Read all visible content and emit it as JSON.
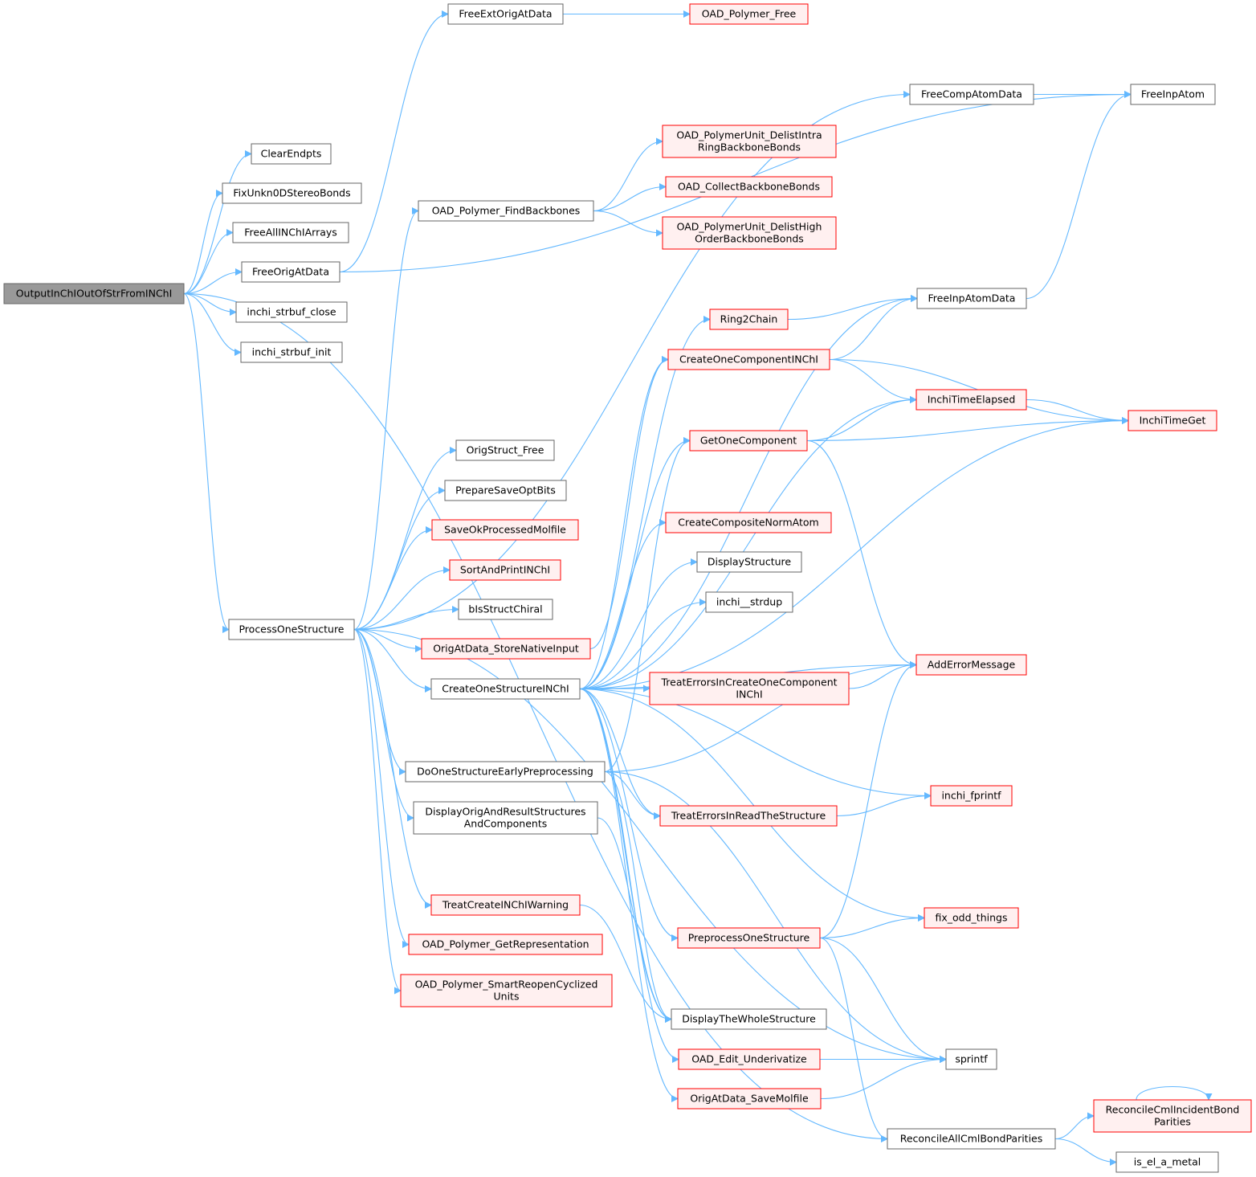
{
  "colors": {
    "edge": "#63b8ff",
    "root_fill": "#999999",
    "root_border": "#666666",
    "plain_fill": "#ffffff",
    "plain_border": "#666666",
    "red_fill": "#fff0f0",
    "red_border": "#ff0000"
  },
  "nodes": [
    {
      "id": "root",
      "lines": [
        "OutputInChIOutOfStrFromINChI"
      ],
      "style": "root"
    },
    {
      "id": "clearendpts",
      "lines": [
        "ClearEndpts"
      ],
      "style": "plain"
    },
    {
      "id": "fixunkn",
      "lines": [
        "FixUnkn0DStereoBonds"
      ],
      "style": "plain"
    },
    {
      "id": "freeallinchi",
      "lines": [
        "FreeAllINChIArrays"
      ],
      "style": "plain"
    },
    {
      "id": "freeorigat",
      "lines": [
        "FreeOrigAtData"
      ],
      "style": "plain"
    },
    {
      "id": "strbuf_close",
      "lines": [
        "inchi_strbuf_close"
      ],
      "style": "plain"
    },
    {
      "id": "strbuf_init",
      "lines": [
        "inchi_strbuf_init"
      ],
      "style": "plain"
    },
    {
      "id": "processone",
      "lines": [
        "ProcessOneStructure"
      ],
      "style": "plain"
    },
    {
      "id": "freeextorig",
      "lines": [
        "FreeExtOrigAtData"
      ],
      "style": "plain"
    },
    {
      "id": "oad_polyfree",
      "lines": [
        "OAD_Polymer_Free"
      ],
      "style": "red"
    },
    {
      "id": "freecompatom",
      "lines": [
        "FreeCompAtomData"
      ],
      "style": "plain"
    },
    {
      "id": "freeinpatom",
      "lines": [
        "FreeInpAtom"
      ],
      "style": "plain"
    },
    {
      "id": "findbackbones",
      "lines": [
        "OAD_Polymer_FindBackbones"
      ],
      "style": "plain"
    },
    {
      "id": "delistintra",
      "lines": [
        "OAD_PolymerUnit_DelistIntra",
        "RingBackboneBonds"
      ],
      "style": "red"
    },
    {
      "id": "collectbb",
      "lines": [
        "OAD_CollectBackboneBonds"
      ],
      "style": "red"
    },
    {
      "id": "delisthigh",
      "lines": [
        "OAD_PolymerUnit_DelistHigh",
        "OrderBackboneBonds"
      ],
      "style": "red"
    },
    {
      "id": "freeinpatomdata",
      "lines": [
        "FreeInpAtomData"
      ],
      "style": "plain"
    },
    {
      "id": "ring2chain",
      "lines": [
        "Ring2Chain"
      ],
      "style": "red"
    },
    {
      "id": "createonecomp",
      "lines": [
        "CreateOneComponentINChI"
      ],
      "style": "red"
    },
    {
      "id": "timeelapsed",
      "lines": [
        "InchiTimeElapsed"
      ],
      "style": "red"
    },
    {
      "id": "timeget",
      "lines": [
        "InchiTimeGet"
      ],
      "style": "red"
    },
    {
      "id": "getonecomp",
      "lines": [
        "GetOneComponent"
      ],
      "style": "red"
    },
    {
      "id": "origstructfree",
      "lines": [
        "OrigStruct_Free"
      ],
      "style": "plain"
    },
    {
      "id": "preparesave",
      "lines": [
        "PrepareSaveOptBits"
      ],
      "style": "plain"
    },
    {
      "id": "saveokmol",
      "lines": [
        "SaveOkProcessedMolfile"
      ],
      "style": "red"
    },
    {
      "id": "createcomposite",
      "lines": [
        "CreateCompositeNormAtom"
      ],
      "style": "red"
    },
    {
      "id": "sortandprint",
      "lines": [
        "SortAndPrintINChI"
      ],
      "style": "red"
    },
    {
      "id": "displaystructure",
      "lines": [
        "DisplayStructure"
      ],
      "style": "plain"
    },
    {
      "id": "bisstructchiral",
      "lines": [
        "bIsStructChiral"
      ],
      "style": "plain"
    },
    {
      "id": "strdup",
      "lines": [
        "inchi__strdup"
      ],
      "style": "plain"
    },
    {
      "id": "storenative",
      "lines": [
        "OrigAtData_StoreNativeInput"
      ],
      "style": "red"
    },
    {
      "id": "adderror",
      "lines": [
        "AddErrorMessage"
      ],
      "style": "red"
    },
    {
      "id": "createonestruct",
      "lines": [
        "CreateOneStructureINChI"
      ],
      "style": "plain"
    },
    {
      "id": "treaterrcreate",
      "lines": [
        "TreatErrorsInCreateOneComponent",
        "INChI"
      ],
      "style": "red"
    },
    {
      "id": "doonestruct",
      "lines": [
        "DoOneStructureEarlyPreprocessing"
      ],
      "style": "plain"
    },
    {
      "id": "fprintf",
      "lines": [
        "inchi_fprintf"
      ],
      "style": "red"
    },
    {
      "id": "displayorig",
      "lines": [
        "DisplayOrigAndResultStructures",
        "AndComponents"
      ],
      "style": "plain"
    },
    {
      "id": "treaterrread",
      "lines": [
        "TreatErrorsInReadTheStructure"
      ],
      "style": "red"
    },
    {
      "id": "treatwarn",
      "lines": [
        "TreatCreateINChIWarning"
      ],
      "style": "red"
    },
    {
      "id": "fixodd",
      "lines": [
        "fix_odd_things"
      ],
      "style": "red"
    },
    {
      "id": "preprocessone",
      "lines": [
        "PreprocessOneStructure"
      ],
      "style": "red"
    },
    {
      "id": "getrepr",
      "lines": [
        "OAD_Polymer_GetRepresentation"
      ],
      "style": "red"
    },
    {
      "id": "smartreopen",
      "lines": [
        "OAD_Polymer_SmartReopenCyclized",
        "Units"
      ],
      "style": "red"
    },
    {
      "id": "displaywhole",
      "lines": [
        "DisplayTheWholeStructure"
      ],
      "style": "plain"
    },
    {
      "id": "editunderiv",
      "lines": [
        "OAD_Edit_Underivatize"
      ],
      "style": "red"
    },
    {
      "id": "sprintf",
      "lines": [
        "sprintf"
      ],
      "style": "plain"
    },
    {
      "id": "savemolfile",
      "lines": [
        "OrigAtData_SaveMolfile"
      ],
      "style": "red"
    },
    {
      "id": "reconcileinc",
      "lines": [
        "ReconcileCmlIncidentBond",
        "Parities"
      ],
      "style": "red"
    },
    {
      "id": "reconcileall",
      "lines": [
        "ReconcileAllCmlBondParities"
      ],
      "style": "plain"
    },
    {
      "id": "iselmetal",
      "lines": [
        "is_el_a_metal"
      ],
      "style": "plain"
    }
  ],
  "edges": [
    [
      "root",
      "clearendpts"
    ],
    [
      "root",
      "fixunkn"
    ],
    [
      "root",
      "freeallinchi"
    ],
    [
      "root",
      "freeorigat"
    ],
    [
      "root",
      "strbuf_close"
    ],
    [
      "root",
      "strbuf_init"
    ],
    [
      "root",
      "processone"
    ],
    [
      "root",
      "reconcileall"
    ],
    [
      "freeorigat",
      "freeextorig"
    ],
    [
      "freeorigat",
      "freeinpatom"
    ],
    [
      "freeextorig",
      "oad_polyfree"
    ],
    [
      "freecompatom",
      "freeinpatom"
    ],
    [
      "processone",
      "freecompatom"
    ],
    [
      "processone",
      "findbackbones"
    ],
    [
      "processone",
      "origstructfree"
    ],
    [
      "processone",
      "preparesave"
    ],
    [
      "processone",
      "saveokmol"
    ],
    [
      "processone",
      "sortandprint"
    ],
    [
      "processone",
      "bisstructchiral"
    ],
    [
      "processone",
      "storenative"
    ],
    [
      "processone",
      "createonestruct"
    ],
    [
      "processone",
      "doonestruct"
    ],
    [
      "processone",
      "displayorig"
    ],
    [
      "processone",
      "treatwarn"
    ],
    [
      "processone",
      "getrepr"
    ],
    [
      "processone",
      "smartreopen"
    ],
    [
      "processone",
      "sprintf"
    ],
    [
      "findbackbones",
      "delistintra"
    ],
    [
      "findbackbones",
      "collectbb"
    ],
    [
      "findbackbones",
      "delisthigh"
    ],
    [
      "freeinpatomdata",
      "freeinpatom"
    ],
    [
      "ring2chain",
      "freeinpatomdata"
    ],
    [
      "createonecomp",
      "freeinpatomdata"
    ],
    [
      "createonecomp",
      "timeelapsed"
    ],
    [
      "createonecomp",
      "timeget"
    ],
    [
      "timeelapsed",
      "timeget"
    ],
    [
      "getonecomp",
      "timeelapsed"
    ],
    [
      "getonecomp",
      "timeget"
    ],
    [
      "getonecomp",
      "adderror"
    ],
    [
      "storenative",
      "createonecomp"
    ],
    [
      "createonestruct",
      "freeinpatomdata"
    ],
    [
      "createonestruct",
      "ring2chain"
    ],
    [
      "createonestruct",
      "createonecomp"
    ],
    [
      "createonestruct",
      "timeelapsed"
    ],
    [
      "createonestruct",
      "getonecomp"
    ],
    [
      "createonestruct",
      "adderror"
    ],
    [
      "createonestruct",
      "createcomposite"
    ],
    [
      "createonestruct",
      "displaystructure"
    ],
    [
      "createonestruct",
      "strdup"
    ],
    [
      "createonestruct",
      "treaterrcreate"
    ],
    [
      "createonestruct",
      "timeget"
    ],
    [
      "createonestruct",
      "fprintf"
    ],
    [
      "createonestruct",
      "treaterrread"
    ],
    [
      "createonestruct",
      "fixodd"
    ],
    [
      "createonestruct",
      "preprocessone"
    ],
    [
      "createonestruct",
      "displaywhole"
    ],
    [
      "createonestruct",
      "editunderiv"
    ],
    [
      "createonestruct",
      "savemolfile"
    ],
    [
      "treaterrcreate",
      "adderror"
    ],
    [
      "treaterrread",
      "fprintf"
    ],
    [
      "doonestruct",
      "getonecomp"
    ],
    [
      "doonestruct",
      "treaterrread"
    ],
    [
      "doonestruct",
      "adderror"
    ],
    [
      "doonestruct",
      "displaywhole"
    ],
    [
      "doonestruct",
      "sprintf"
    ],
    [
      "displayorig",
      "displaywhole"
    ],
    [
      "treatwarn",
      "displaywhole"
    ],
    [
      "preprocessone",
      "fixodd"
    ],
    [
      "preprocessone",
      "adderror"
    ],
    [
      "preprocessone",
      "sprintf"
    ],
    [
      "preprocessone",
      "reconcileall"
    ],
    [
      "editunderiv",
      "sprintf"
    ],
    [
      "savemolfile",
      "sprintf"
    ],
    [
      "reconcileinc",
      "reconcileinc"
    ],
    [
      "reconcileall",
      "reconcileinc"
    ],
    [
      "reconcileall",
      "iselmetal"
    ]
  ]
}
